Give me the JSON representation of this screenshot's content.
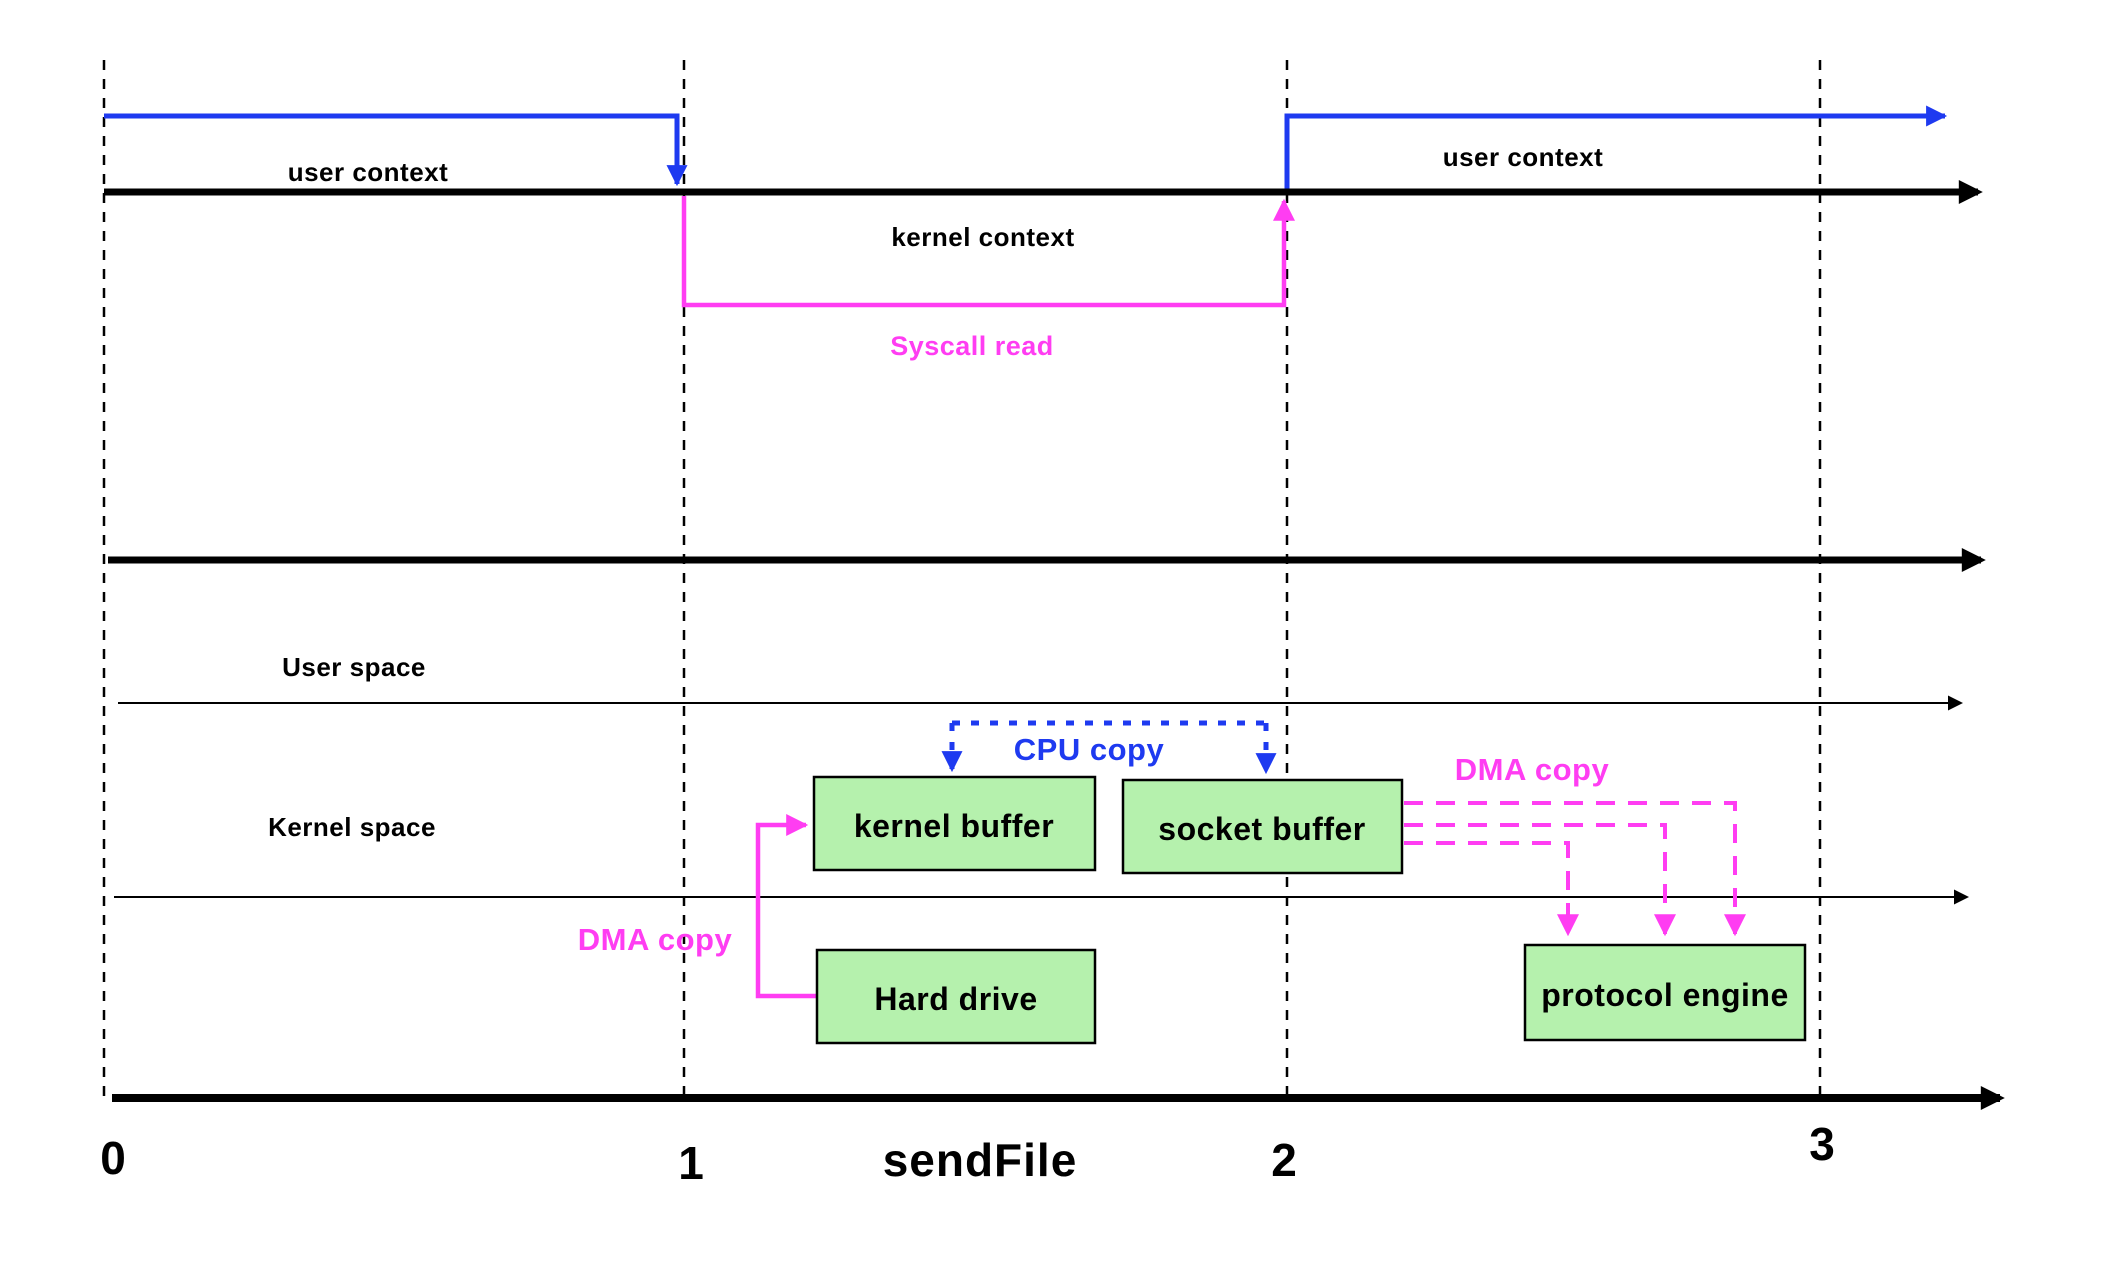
{
  "colors": {
    "blue": "#1e3af0",
    "magenta": "#ff3df2",
    "green": "#b5f1ad",
    "ink": "#000000"
  },
  "contexts": {
    "user_left": "user context",
    "kernel": "kernel context",
    "user_right": "user context"
  },
  "syscall": {
    "label": "Syscall read"
  },
  "spaces": {
    "user": "User space",
    "kernel": "Kernel space"
  },
  "copies": {
    "cpu": "CPU copy",
    "dma_left": "DMA copy",
    "dma_right": "DMA copy"
  },
  "boxes": {
    "kernel_buffer": "kernel buffer",
    "socket_buffer": "socket buffer",
    "hard_drive": "Hard drive",
    "protocol_engine": "protocol engine"
  },
  "axis": {
    "ticks": [
      "0",
      "1",
      "2",
      "3"
    ],
    "label": "sendFile"
  }
}
